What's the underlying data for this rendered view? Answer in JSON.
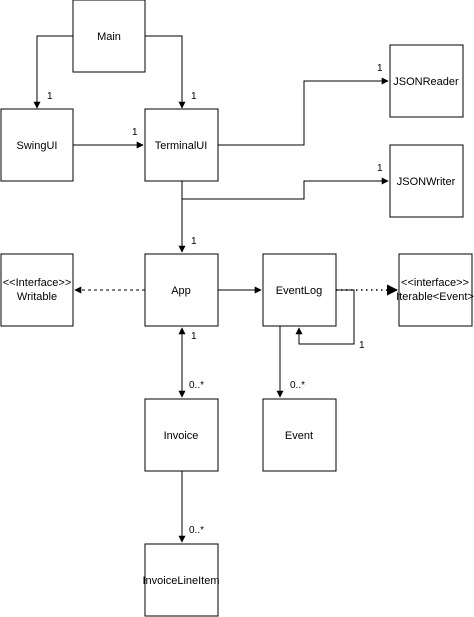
{
  "diagram": {
    "classes": {
      "main": "Main",
      "swingui": "SwingUI",
      "terminalui": "TerminalUI",
      "jsonreader": "JSONReader",
      "jsonwriter": "JSONWriter",
      "writable": [
        "<<Interface>>",
        "Writable"
      ],
      "app": "App",
      "eventlog": "EventLog",
      "iterable": [
        "<<interface>>",
        "Iterable<Event>"
      ],
      "invoice": "Invoice",
      "event": "Event",
      "invoicelineitem": "InvoiceLineItem"
    },
    "multiplicities": {
      "main_to_swingui": "1",
      "main_to_terminalui": "1",
      "swingui_to_terminalui": "1",
      "terminalui_to_jsonreader": "1",
      "terminalui_to_jsonwriter": "1",
      "terminalui_to_app": "1",
      "app_to_invoice_top": "1",
      "app_to_invoice_bottom": "0..*",
      "eventlog_to_event": "0..*",
      "eventlog_self": "1",
      "invoice_to_lineitem": "0..*"
    }
  }
}
